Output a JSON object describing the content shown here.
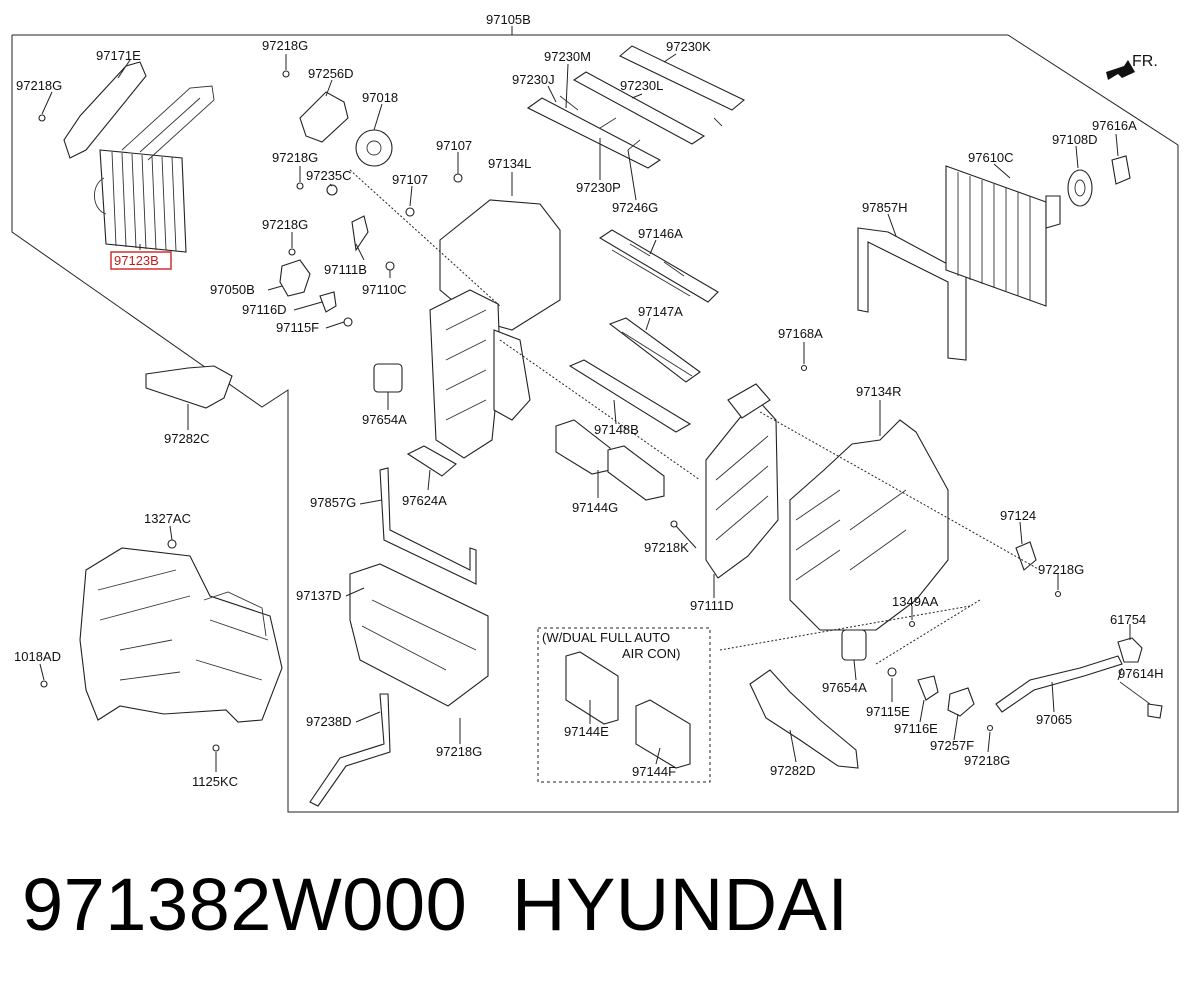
{
  "diagram": {
    "top_label": "97105B",
    "direction_label": "FR.",
    "dual_auto_note_line1": "(W/DUAL FULL AUTO",
    "dual_auto_note_line2": "AIR CON)",
    "highlighted_part": "97123B",
    "part_labels": [
      {
        "id": "97171E",
        "text": "97171E"
      },
      {
        "id": "97218G_a",
        "text": "97218G"
      },
      {
        "id": "97123B",
        "text": "97123B"
      },
      {
        "id": "97218G_b",
        "text": "97218G"
      },
      {
        "id": "97256D",
        "text": "97256D"
      },
      {
        "id": "97018",
        "text": "97018"
      },
      {
        "id": "97218G_c",
        "text": "97218G"
      },
      {
        "id": "97235C",
        "text": "97235C"
      },
      {
        "id": "97107_a",
        "text": "97107"
      },
      {
        "id": "97107_b",
        "text": "97107"
      },
      {
        "id": "97218G_d",
        "text": "97218G"
      },
      {
        "id": "97050B",
        "text": "97050B"
      },
      {
        "id": "97116D",
        "text": "97116D"
      },
      {
        "id": "97115F",
        "text": "97115F"
      },
      {
        "id": "97111B",
        "text": "97111B"
      },
      {
        "id": "97110C",
        "text": "97110C"
      },
      {
        "id": "97282C",
        "text": "97282C"
      },
      {
        "id": "97230M",
        "text": "97230M"
      },
      {
        "id": "97230K",
        "text": "97230K"
      },
      {
        "id": "97230J",
        "text": "97230J"
      },
      {
        "id": "97230L",
        "text": "97230L"
      },
      {
        "id": "97230P",
        "text": "97230P"
      },
      {
        "id": "97246G",
        "text": "97246G"
      },
      {
        "id": "97134L",
        "text": "97134L"
      },
      {
        "id": "97146A",
        "text": "97146A"
      },
      {
        "id": "97147A",
        "text": "97147A"
      },
      {
        "id": "97148B",
        "text": "97148B"
      },
      {
        "id": "97144G",
        "text": "97144G"
      },
      {
        "id": "97654A_a",
        "text": "97654A"
      },
      {
        "id": "97624A",
        "text": "97624A"
      },
      {
        "id": "97857G",
        "text": "97857G"
      },
      {
        "id": "97137D",
        "text": "97137D"
      },
      {
        "id": "97238D",
        "text": "97238D"
      },
      {
        "id": "97218G_e",
        "text": "97218G"
      },
      {
        "id": "97144E",
        "text": "97144E"
      },
      {
        "id": "97144F",
        "text": "97144F"
      },
      {
        "id": "97218K",
        "text": "97218K"
      },
      {
        "id": "97111D",
        "text": "97111D"
      },
      {
        "id": "97168A",
        "text": "97168A"
      },
      {
        "id": "97134R",
        "text": "97134R"
      },
      {
        "id": "97857H",
        "text": "97857H"
      },
      {
        "id": "97610C",
        "text": "97610C"
      },
      {
        "id": "97108D",
        "text": "97108D"
      },
      {
        "id": "97616A",
        "text": "97616A"
      },
      {
        "id": "97124",
        "text": "97124"
      },
      {
        "id": "97218G_f",
        "text": "97218G"
      },
      {
        "id": "1349AA",
        "text": "1349AA"
      },
      {
        "id": "61754",
        "text": "61754"
      },
      {
        "id": "97614H",
        "text": "97614H"
      },
      {
        "id": "97065",
        "text": "97065"
      },
      {
        "id": "97654A_b",
        "text": "97654A"
      },
      {
        "id": "97115E",
        "text": "97115E"
      },
      {
        "id": "97116E",
        "text": "97116E"
      },
      {
        "id": "97257F",
        "text": "97257F"
      },
      {
        "id": "97218G_g",
        "text": "97218G"
      },
      {
        "id": "97282D",
        "text": "97282D"
      },
      {
        "id": "1327AC",
        "text": "1327AC"
      },
      {
        "id": "1018AD",
        "text": "1018AD"
      },
      {
        "id": "1125KC",
        "text": "1125KC"
      }
    ]
  },
  "footer": {
    "part_number": "971382W000",
    "brand": "HYUNDAI"
  }
}
